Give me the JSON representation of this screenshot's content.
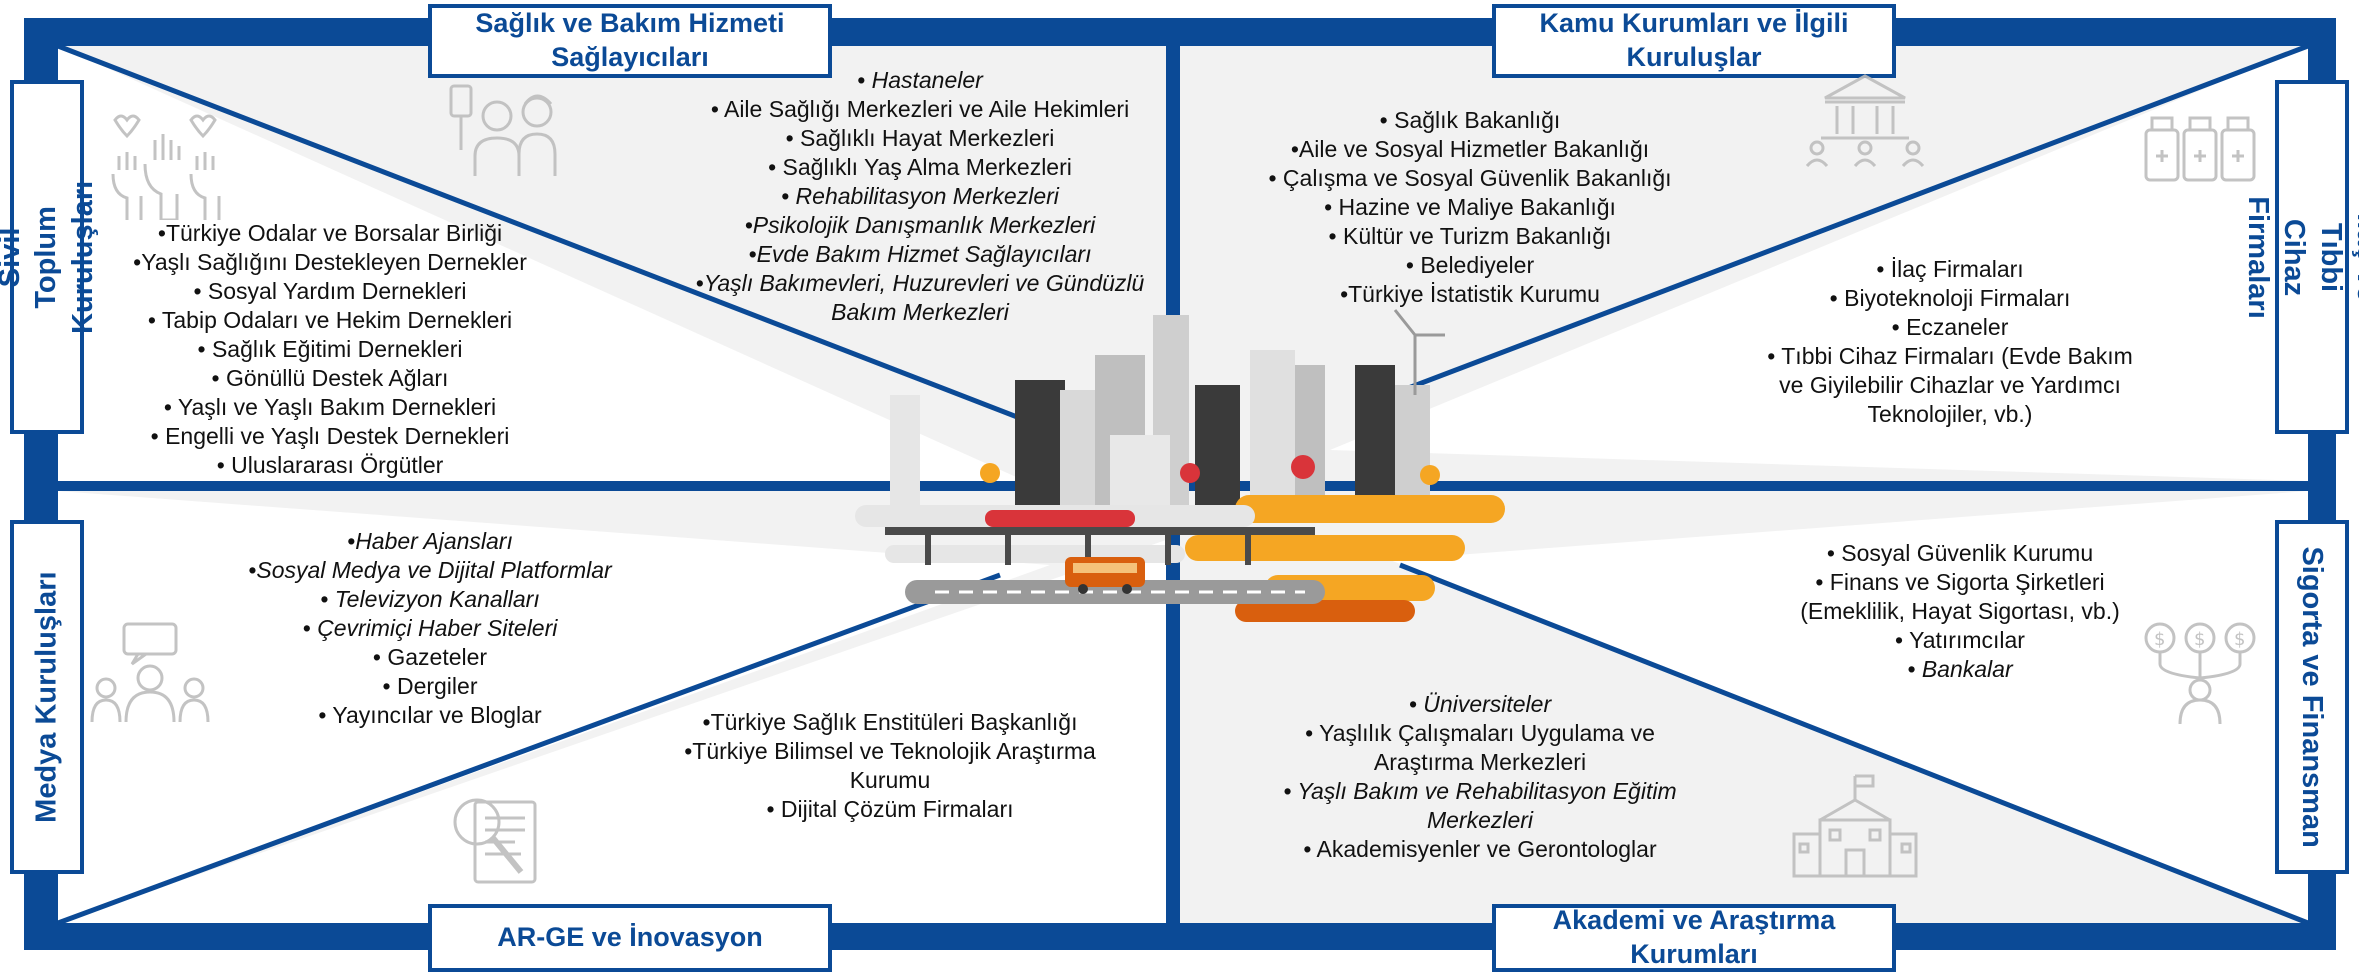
{
  "colors": {
    "frame": "#0b4a96",
    "quadrant_fill": "#f2f2f2",
    "icon_gray": "#c9c9c9",
    "city_orange": "#f5a623",
    "city_red": "#d9343a",
    "city_dark_orange": "#d95f0e"
  },
  "categories": {
    "saglik": {
      "title": "Sağlık ve Bakım Hizmeti Sağlayıcıları",
      "icon": "caregiver-elderly-icon"
    },
    "kamu": {
      "title": "Kamu Kurumları ve İlgili Kuruluşlar",
      "icon": "government-building-icon"
    },
    "sivil": {
      "title": "Sivil Toplum Kuruluşları",
      "icon": "raised-hands-hearts-icon"
    },
    "ilac": {
      "title": "İlaç ve Tıbbi Cihaz Firmaları",
      "icon": "medicine-bottles-icon"
    },
    "medya": {
      "title": "Medya Kuruluşları",
      "icon": "chat-people-icon"
    },
    "sigorta": {
      "title": "Sigorta ve Finansman",
      "icon": "finance-dollar-icon"
    },
    "arge": {
      "title": "AR-GE ve İnovasyon",
      "icon": "document-magnifier-icon"
    },
    "akademi": {
      "title": "Akademi ve Araştırma Kurumları",
      "icon": "university-building-icon"
    }
  },
  "lists": {
    "saglik": [
      {
        "text": "• Hastaneler",
        "italic": true
      },
      {
        "text": "• Aile Sağlığı Merkezleri ve Aile Hekimleri",
        "italic": false
      },
      {
        "text": "• Sağlıklı Hayat Merkezleri",
        "italic": false
      },
      {
        "text": "• Sağlıklı Yaş Alma Merkezleri",
        "italic": false
      },
      {
        "text": "• Rehabilitasyon Merkezleri",
        "italic": true
      },
      {
        "text": "•Psikolojik Danışmanlık Merkezleri",
        "italic": true
      },
      {
        "text": "•Evde Bakım Hizmet Sağlayıcıları",
        "italic": true
      },
      {
        "text": "•Yaşlı Bakımevleri, Huzurevleri ve Gündüzlü\nBakım Merkezleri",
        "italic": true
      }
    ],
    "kamu": [
      {
        "text": "• Sağlık Bakanlığı",
        "italic": false
      },
      {
        "text": "•Aile ve Sosyal Hizmetler Bakanlığı",
        "italic": false
      },
      {
        "text": "• Çalışma ve Sosyal Güvenlik Bakanlığı",
        "italic": false
      },
      {
        "text": "• Hazine ve Maliye Bakanlığı",
        "italic": false
      },
      {
        "text": "• Kültür ve Turizm Bakanlığı",
        "italic": false
      },
      {
        "text": "• Belediyeler",
        "italic": false
      },
      {
        "text": "•Türkiye İstatistik Kurumu",
        "italic": false
      }
    ],
    "sivil": [
      {
        "text": "•Türkiye Odalar ve Borsalar Birliği",
        "italic": false
      },
      {
        "text": "•Yaşlı Sağlığını Destekleyen Dernekler",
        "italic": false
      },
      {
        "text": "• Sosyal Yardım Dernekleri",
        "italic": false
      },
      {
        "text": "• Tabip Odaları ve Hekim Dernekleri",
        "italic": false
      },
      {
        "text": "• Sağlık Eğitimi Dernekleri",
        "italic": false
      },
      {
        "text": "• Gönüllü Destek Ağları",
        "italic": false
      },
      {
        "text": "• Yaşlı ve Yaşlı Bakım Dernekleri",
        "italic": false
      },
      {
        "text": "• Engelli ve Yaşlı Destek Dernekleri",
        "italic": false
      },
      {
        "text": "• Uluslararası Örgütler",
        "italic": false
      }
    ],
    "ilac": [
      {
        "text": "• İlaç Firmaları",
        "italic": false
      },
      {
        "text": "• Biyoteknoloji Firmaları",
        "italic": false
      },
      {
        "text": "• Eczaneler",
        "italic": false
      },
      {
        "text": "• Tıbbi Cihaz Firmaları (Evde Bakım\nve Giyilebilir Cihazlar ve Yardımcı\nTeknolojiler, vb.)",
        "italic": false
      }
    ],
    "medya": [
      {
        "text": "•Haber Ajansları",
        "italic": true
      },
      {
        "text": "•Sosyal Medya ve Dijital Platformlar",
        "italic": true
      },
      {
        "text": "• Televizyon Kanalları",
        "italic": true
      },
      {
        "text": "• Çevrimiçi Haber Siteleri",
        "italic": true
      },
      {
        "text": "• Gazeteler",
        "italic": false
      },
      {
        "text": "• Dergiler",
        "italic": false
      },
      {
        "text": "• Yayıncılar ve Bloglar",
        "italic": false
      }
    ],
    "sigorta": [
      {
        "text": "• Sosyal Güvenlik Kurumu",
        "italic": false
      },
      {
        "text": "• Finans ve Sigorta Şirketleri\n(Emeklilik, Hayat Sigortası, vb.)",
        "italic": false
      },
      {
        "text": "• Yatırımcılar",
        "italic": false
      },
      {
        "text": "• Bankalar",
        "italic": true
      }
    ],
    "arge": [
      {
        "text": "•Türkiye Sağlık Enstitüleri Başkanlığı",
        "italic": false
      },
      {
        "text": "•Türkiye Bilimsel ve Teknolojik Araştırma\nKurumu",
        "italic": false
      },
      {
        "text": "• Dijital Çözüm Firmaları",
        "italic": false
      }
    ],
    "akademi": [
      {
        "text": "• Üniversiteler",
        "italic": true
      },
      {
        "text": "• Yaşlılık Çalışmaları Uygulama ve\nAraştırma Merkezleri",
        "italic": false
      },
      {
        "text": "• Yaşlı Bakım ve Rehabilitasyon Eğitim\nMerkezleri",
        "italic": true
      },
      {
        "text": "• Akademisyenler ve Gerontologlar",
        "italic": false
      }
    ]
  }
}
